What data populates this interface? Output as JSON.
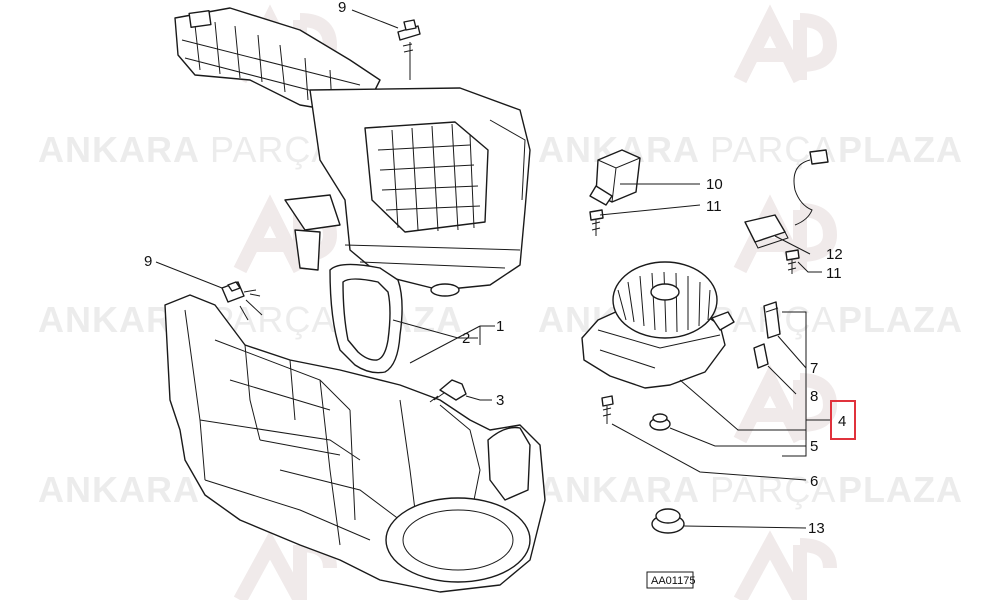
{
  "watermark": {
    "brand_word_1": "ANKARA",
    "brand_word_2": "PARÇA",
    "brand_word_3": "PLAZA"
  },
  "callouts": {
    "c9_top": "9",
    "c9_left": "9",
    "c10": "10",
    "c11_a": "11",
    "c11_b": "11",
    "c12": "12",
    "c2": "2",
    "c1": "1",
    "c3": "3",
    "c7": "7",
    "c8": "8",
    "c4": "4",
    "c5": "5",
    "c6": "6",
    "c13": "13"
  },
  "highlight_color": "#e0323c",
  "drawing_code": "AA01175"
}
